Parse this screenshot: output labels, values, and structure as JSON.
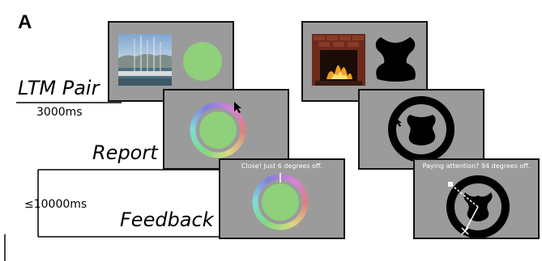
{
  "panel_label": "A",
  "stages": {
    "ltm_pair": "LTM Pair",
    "report": "Report",
    "feedback": "Feedback"
  },
  "timings": {
    "ltm_pair": "3000ms",
    "feedback": "≤10000ms"
  },
  "feedback_messages": {
    "color_trial": "Close! Just 6 degrees off.",
    "shape_trial": "Paying attention? 94 degrees off."
  },
  "colors": {
    "screen_bg": "#9b9b9b",
    "target_color": "#8fd07a",
    "shape_fill": "#000000",
    "feedback_text": "#ffffff"
  },
  "icons": [
    "harbor-photo",
    "fireplace-photo",
    "color-wheel",
    "shape-wheel",
    "mouse-cursor-icon"
  ]
}
